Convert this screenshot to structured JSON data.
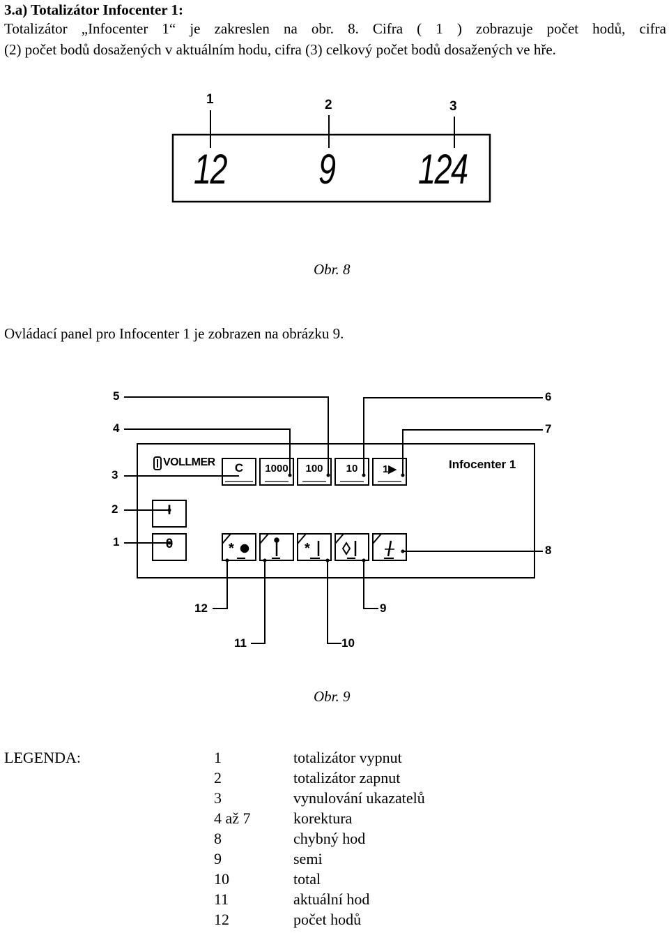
{
  "heading": "3.a) Totalizátor Infocenter 1:",
  "paragraph1_line1": "Totalizátor „Infocenter 1“ je zakreslen na obr. 8. Cifra ( 1 ) zobrazuje počet hodů, cifra",
  "paragraph1_line2": "(2) počet bodů dosažených v aktuálním hodu, cifra (3) celkový počet bodů dosažených ve hře.",
  "figure8": {
    "callouts": [
      "1",
      "2",
      "3"
    ],
    "display_values": [
      "12",
      "9",
      "124"
    ],
    "caption": "Obr. 8"
  },
  "paragraph2": "Ovládací panel pro Infocenter 1 je zobrazen na obrázku 9.",
  "figure9": {
    "brand": "VOLLMER",
    "title": "Infocenter 1",
    "top_buttons": [
      "C",
      "1000",
      "100",
      "10",
      "1▶"
    ],
    "left_buttons": [
      "I",
      "0"
    ],
    "callouts": [
      "1",
      "2",
      "3",
      "4",
      "5",
      "6",
      "7",
      "8",
      "9",
      "10",
      "11",
      "12"
    ],
    "caption": "Obr. 9"
  },
  "legend": {
    "label": "LEGENDA:",
    "items": [
      {
        "num": "1",
        "text": "totalizátor vypnut"
      },
      {
        "num": "2",
        "text": "totalizátor zapnut"
      },
      {
        "num": "3",
        "text": "vynulování ukazatelů"
      },
      {
        "num": "4 až 7",
        "text": "korektura"
      },
      {
        "num": "8",
        "text": "chybný hod"
      },
      {
        "num": "9",
        "text": "semi"
      },
      {
        "num": "10",
        "text": "total"
      },
      {
        "num": "11",
        "text": "aktuální hod"
      },
      {
        "num": "12",
        "text": "počet hodů"
      }
    ]
  }
}
